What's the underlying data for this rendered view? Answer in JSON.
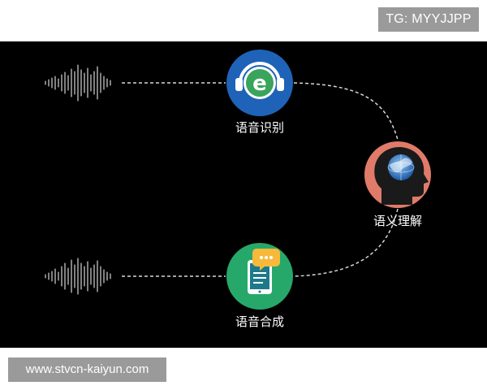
{
  "watermarks": {
    "top": "TG: MYYJJPP",
    "bottom": "www.stvcn-kaiyun.com"
  },
  "diagram": {
    "nodes": [
      {
        "id": "asr",
        "label": "语音识别",
        "icon": "e-letter-headset-icon",
        "color": "#1e63b8"
      },
      {
        "id": "nlu",
        "label": "语义理解",
        "icon": "head-globe-icon",
        "color": "#e07b6a"
      },
      {
        "id": "tts",
        "label": "语音合成",
        "icon": "phone-chat-icon",
        "color": "#27a86b"
      }
    ],
    "inputs": [
      {
        "id": "waveform-in",
        "icon": "sound-wave-icon"
      },
      {
        "id": "waveform-out",
        "icon": "sound-wave-icon"
      }
    ]
  }
}
